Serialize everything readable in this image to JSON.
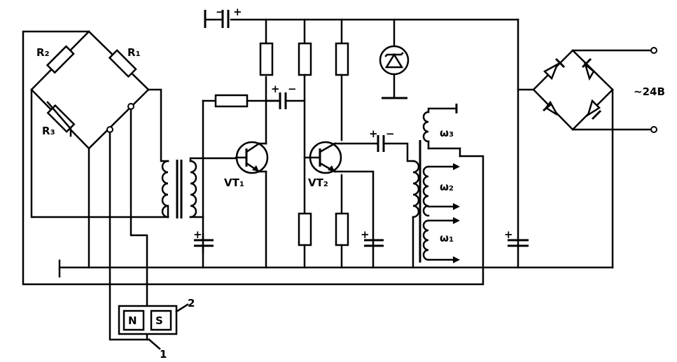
{
  "labels": {
    "r1": "R",
    "r1_sub": "1",
    "r2": "R",
    "r2_sub": "2",
    "r3": "R",
    "r3_sub": "3",
    "vt1": "VT",
    "vt1_sub": "1",
    "vt2": "VT",
    "vt2_sub": "2",
    "w1": "ω",
    "w1_sub": "1",
    "w2": "ω",
    "w2_sub": "2",
    "w3": "ω",
    "w3_sub": "3",
    "supply": "~24В",
    "magnet_n": "N",
    "magnet_s": "S",
    "callout_1": "1",
    "callout_2": "2",
    "plus": "+",
    "minus": "−"
  },
  "components": [
    "bridge-resistor-r1",
    "bridge-resistor-r2",
    "thermistor-r3",
    "coupling-transformer",
    "transistor-vt1",
    "transistor-vt2",
    "output-transformer",
    "zener-diode",
    "diode-bridge-rectifier",
    "electrolytic-capacitors",
    "permanent-magnet-ns"
  ]
}
